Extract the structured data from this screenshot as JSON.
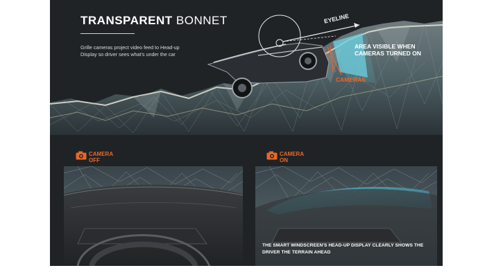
{
  "header": {
    "title_bold": "TRANSPARENT",
    "title_light": "BONNET",
    "description": "Grille cameras project video feed to Head-up Display so driver sees what's under the car"
  },
  "diagram": {
    "eyeline_label": "EYELINE",
    "area_label": "AREA VISIBLE WHEN CAMERAS TURNED ON",
    "cameras_label": "CAMERAS"
  },
  "left_view": {
    "camera_label": "CAMERA",
    "state_label": "OFF"
  },
  "right_view": {
    "camera_label": "CAMERA",
    "state_label": "ON",
    "caption": "THE SMART WINDSCREEN'S HEAD-UP DISPLAY CLEARLY SHOWS THE DRIVER THE TERRAIN AHEAD"
  },
  "colors": {
    "panel": "#1f2326",
    "accent": "#e8672a",
    "screen": "#5fc6d6"
  }
}
